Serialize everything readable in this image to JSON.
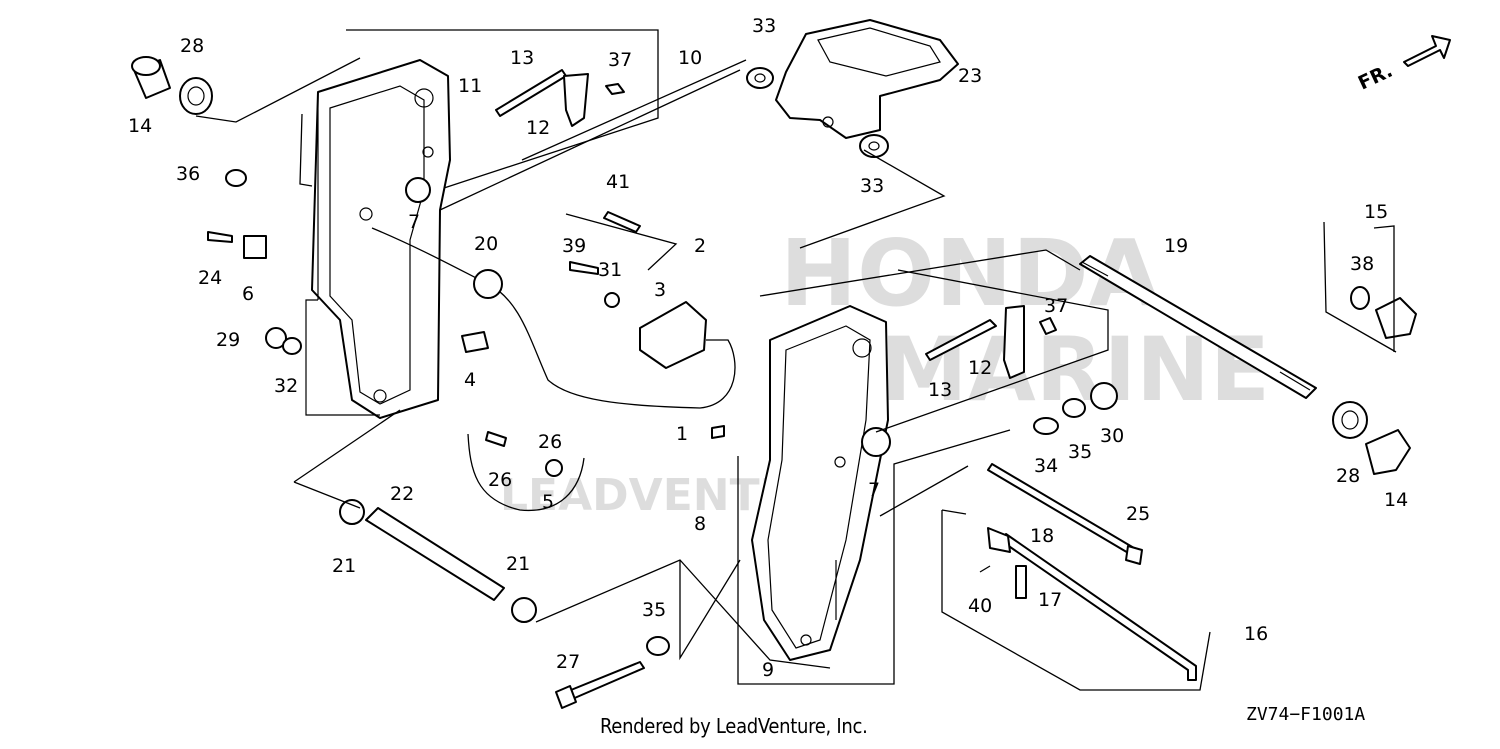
{
  "diagram": {
    "orientation_label": "FR.",
    "watermark_brand": "HONDA",
    "watermark_line2": "MARINE",
    "watermark_dealer": "LEADVENTURE",
    "footer_text": "Rendered by LeadVenture, Inc.",
    "diagram_code": "ZV74−F1001A",
    "callouts": {
      "c1": "1",
      "c2": "2",
      "c3": "3",
      "c4": "4",
      "c5": "5",
      "c6": "6",
      "c7a": "7",
      "c7b": "7",
      "c8": "8",
      "c9": "9",
      "c10": "10",
      "c11": "11",
      "c12a": "12",
      "c12b": "12",
      "c13a": "13",
      "c13b": "13",
      "c14a": "14",
      "c14b": "14",
      "c15": "15",
      "c16": "16",
      "c17": "17",
      "c18": "18",
      "c19": "19",
      "c20": "20",
      "c21a": "21",
      "c21b": "21",
      "c22": "22",
      "c23": "23",
      "c24": "24",
      "c25": "25",
      "c26a": "26",
      "c26b": "26",
      "c27": "27",
      "c28a": "28",
      "c28b": "28",
      "c29": "29",
      "c30": "30",
      "c31": "31",
      "c32": "32",
      "c33a": "33",
      "c33b": "33",
      "c34": "34",
      "c35a": "35",
      "c35b": "35",
      "c36": "36",
      "c37a": "37",
      "c37b": "37",
      "c38": "38",
      "c39": "39",
      "c40": "40",
      "c41": "41"
    }
  }
}
